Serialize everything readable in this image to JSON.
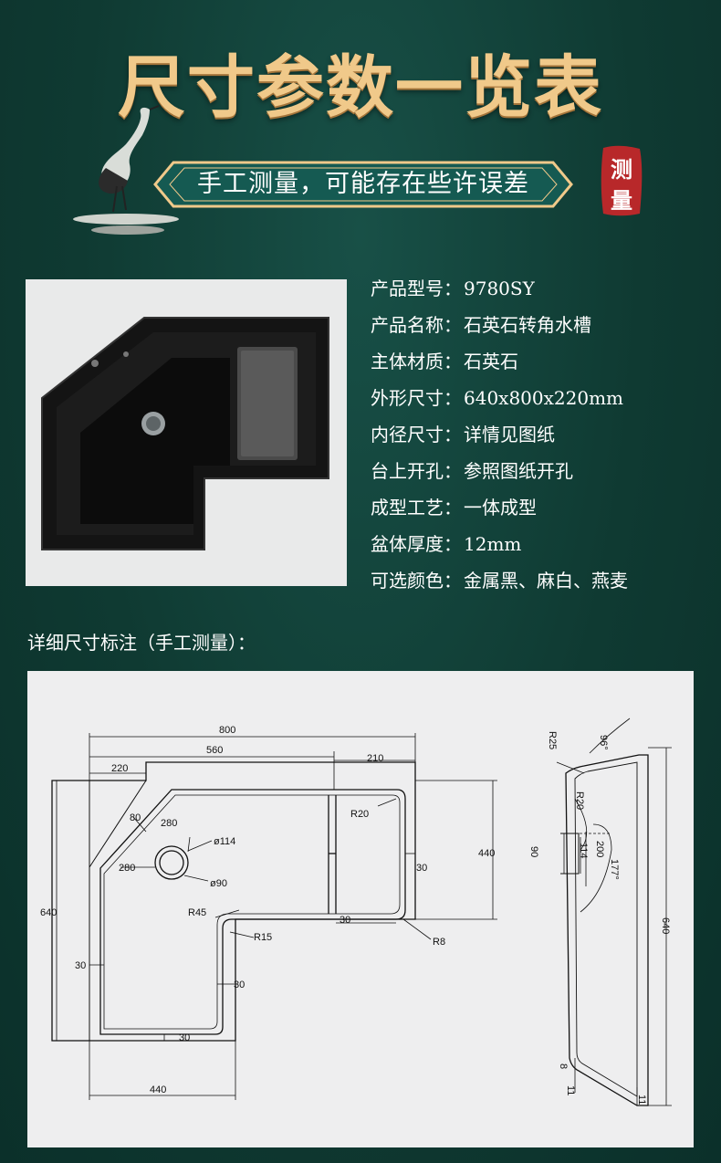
{
  "page": {
    "title": "尺寸参数一览表",
    "banner": "手工测量，可能存在些许误差",
    "seal": [
      "测",
      "量"
    ],
    "colors": {
      "background": "#0f3a32",
      "gold": "#f0c98a",
      "seal_red": "#b8282a",
      "banner_teal": "#155a52"
    }
  },
  "specs": [
    {
      "label": "产品型号",
      "value": "9780SY"
    },
    {
      "label": "产品名称",
      "value": "石英石转角水槽"
    },
    {
      "label": "主体材质",
      "value": "石英石"
    },
    {
      "label": "外形尺寸",
      "value": "640x800x220mm"
    },
    {
      "label": "内径尺寸",
      "value": "详情见图纸"
    },
    {
      "label": "台上开孔",
      "value": "参照图纸开孔"
    },
    {
      "label": "成型工艺",
      "value": "一体成型"
    },
    {
      "label": "盆体厚度",
      "value": "12mm"
    },
    {
      "label": "可选颜色",
      "value": "金属黑、麻白、燕麦"
    }
  ],
  "spec_separator": "：",
  "dimension_heading": "详细尺寸标注（手工测量）：",
  "drawing": {
    "top_view": {
      "d800": "800",
      "d560": "560",
      "d210": "210",
      "d220": "220",
      "d80": "80",
      "d280a": "280",
      "d280b": "280",
      "dia114": "ø114",
      "dia90": "ø90",
      "r20": "R20",
      "r45": "R45",
      "r15": "R15",
      "r8": "R8",
      "d440v": "440",
      "d640": "640",
      "d30_right": "30",
      "d30_shelf": "30",
      "d30_left": "30",
      "d30_mid": "30",
      "d30_bottom": "30",
      "d440h": "440"
    },
    "side_view": {
      "a96": "96°",
      "r25": "R25",
      "r20": "R20",
      "d90": "90",
      "d114": "114",
      "d200": "200",
      "a177": "177°",
      "d640": "640",
      "d8": "8",
      "d11a": "11",
      "d11b": "11"
    }
  }
}
